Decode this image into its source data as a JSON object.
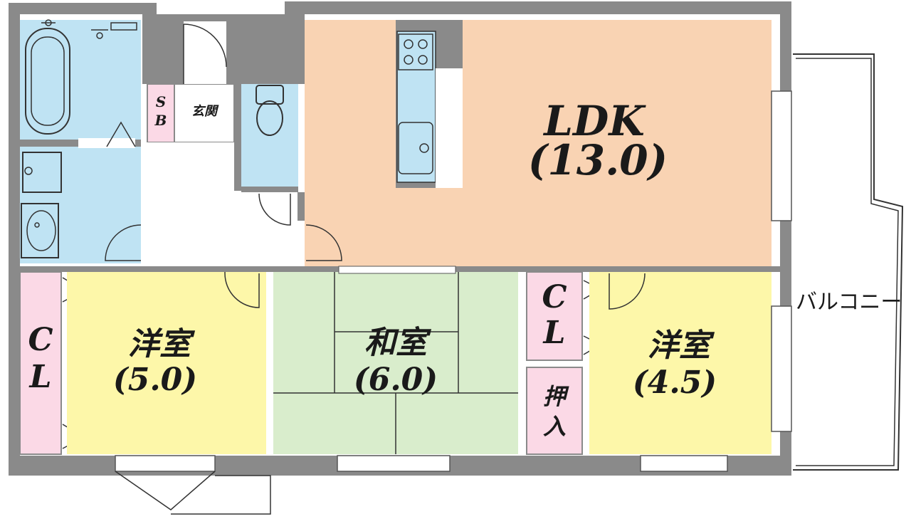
{
  "rooms": {
    "ldk": {
      "name": "LDK",
      "size": "(13.0)"
    },
    "western_left": {
      "name": "洋室",
      "size": "(5.0)"
    },
    "japanese": {
      "name": "和室",
      "size": "(6.0)"
    },
    "western_right": {
      "name": "洋室",
      "size": "(4.5)"
    },
    "closet_left": {
      "line1": "C",
      "line2": "L"
    },
    "closet_mid": {
      "line1": "C",
      "line2": "L"
    },
    "oshiire": {
      "line1": "押",
      "line2": "入"
    },
    "shoe_box": {
      "line1": "S",
      "line2": "B"
    },
    "genkan": "玄関",
    "balcony": "バルコニー"
  },
  "colors": {
    "ldk": "#f9d3b3",
    "western": "#fdf7a9",
    "japanese": "#d9edcc",
    "water": "#bfe3f3",
    "closet": "#fbd9e6",
    "wall": "#8a8a8a",
    "floor": "#ffffff"
  },
  "icons": [
    "bathtub-icon",
    "shower-icon",
    "washer-icon",
    "washbasin-icon",
    "toilet-icon",
    "stove-icon",
    "sink-icon"
  ]
}
